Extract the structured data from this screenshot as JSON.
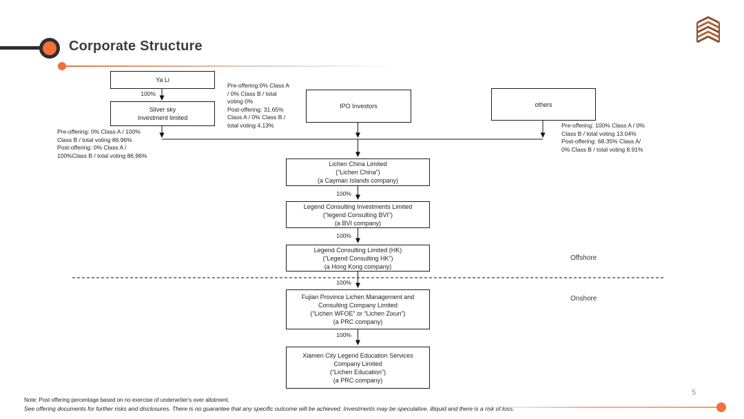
{
  "slide": {
    "title": "Corporate Structure",
    "page_number": "5",
    "accent_color": "#f3703a",
    "rule_color": "#2e2e2e",
    "logo": "layered-bricks-logo"
  },
  "boxes": {
    "ya_li": {
      "label": "Ya Li"
    },
    "silver_sky": {
      "label": "Silver sky\nInvestment limited"
    },
    "ipo_investors": {
      "label": "IPO Investors"
    },
    "others": {
      "label": "others"
    },
    "lichen_china": {
      "label": "Lichen China Limited\n(“Lichen China”)\n(a Cayman Islands company)"
    },
    "legend_bvi": {
      "label": "Legend Consulting Investments Limited\n(“legend Consulting BVI”)\n(a BVI company)"
    },
    "legend_hk": {
      "label": "Legend Consulting Limited (HK)\n(“Legend Consulting HK”)\n(a Hong Kong company)"
    },
    "lichen_wfoe": {
      "label": "Fujian Province Lichen Management and\nConsulting Company Limited\n(“Lichen WFOE” or “Lichen Zixun”)\n(a PRC company)"
    },
    "lichen_education": {
      "label": "Xiamen City Legend Education Services\nCompany Limited\n(“Lichen Education”)\n(a PRC company)"
    }
  },
  "edges": {
    "yali_to_silver": "100%",
    "china_to_bvi": "100%",
    "bvi_to_hk": "100%",
    "hk_to_wfoe": "100%",
    "wfoe_to_xiamen": "100%"
  },
  "annotations": {
    "silver_sky_holding": "Pre-offering: 0% Class A / 100%\nClass B / total voting 86.96%\nPost-offering: 0% Class A /\n100%Class B / total voting 86.96%",
    "ipo_holding": "Pre-offering:0% Class A\n/ 0% Class B / total\nvoting 0%\nPost-offering: 31.65%\nClass A / 0% Class B /\ntotal voting 4.13%",
    "others_holding": "Pre-offering: 100% Class A / 0%\nClass B / total voting 13.04%\nPost-offering: 68.35% Class A/\n0% Class B / total voting 8.91%"
  },
  "regions": {
    "offshore": "Offshore",
    "onshore": "Onshore"
  },
  "notes": {
    "line1": "Note: Post offering percentage based on no exercise of underwriter's over allotment.",
    "line2": "See offering documents for further risks and disclosures. There is no guarantee that any specific outcome will be achieved. Investments may be speculative, illiquid and there is a risk of loss."
  }
}
